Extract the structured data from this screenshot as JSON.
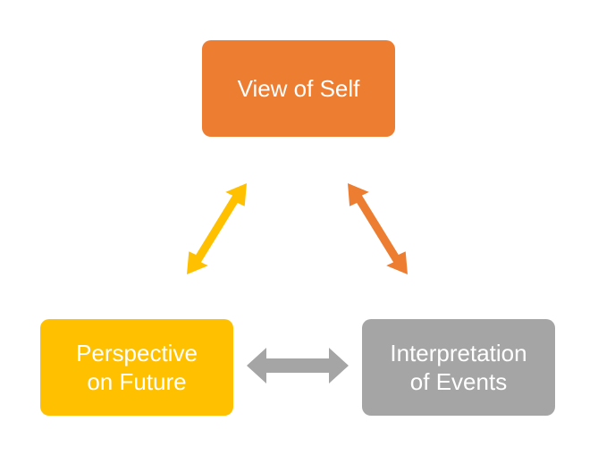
{
  "nodes": {
    "self": {
      "label": "View of Self",
      "color": "#ED7D31"
    },
    "future": {
      "label": "Perspective\non Future",
      "color": "#FFC000"
    },
    "events": {
      "label": "Interpretation\nof Events",
      "color": "#A5A5A5"
    }
  },
  "arrows": {
    "self_future": {
      "color": "#FFC000",
      "direction": "bidirectional"
    },
    "self_events": {
      "color": "#ED7D31",
      "direction": "bidirectional"
    },
    "future_events": {
      "color": "#A5A5A5",
      "direction": "bidirectional"
    }
  }
}
